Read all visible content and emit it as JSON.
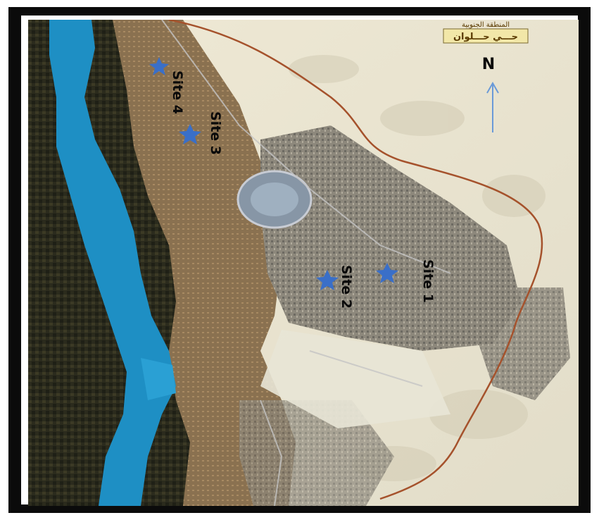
{
  "map": {
    "legend_top": "المنطقة الجنوبية",
    "legend_main": "حـــي حـــلوان",
    "north_label": "N",
    "sites": [
      {
        "label": "Site 1"
      },
      {
        "label": "Site 2"
      },
      {
        "label": "Site 3"
      },
      {
        "label": "Site 4"
      }
    ],
    "colors": {
      "river": "#1e8fc4",
      "desert": "#e9e6d6",
      "farmland": "#2a2a1c",
      "urban": "#9a9486",
      "boundary": "#a5522c",
      "star": "#3a6fc8",
      "arrow": "#6a9ad8"
    },
    "icons": [
      "star-icon",
      "north-arrow-icon"
    ]
  }
}
